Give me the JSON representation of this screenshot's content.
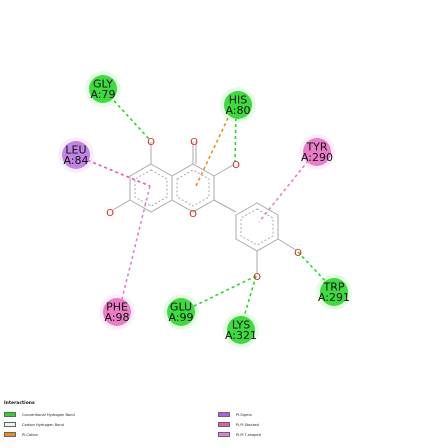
{
  "residues": [
    {
      "id": "gly79",
      "line1": "GLY",
      "line2": "A:79",
      "color": "#3cdc3c"
    },
    {
      "id": "his80",
      "line1": "HIS",
      "line2": "A:80",
      "color": "#3cdc3c"
    },
    {
      "id": "leu84",
      "line1": "LEU",
      "line2": "A:84",
      "color": "#c084e4"
    },
    {
      "id": "tyr290",
      "line1": "TYR",
      "line2": "A:290",
      "color": "#ea7cc8"
    },
    {
      "id": "trp291",
      "line1": "TRP",
      "line2": "A:291",
      "color": "#3cdc3c"
    },
    {
      "id": "phe98",
      "line1": "PHE",
      "line2": "A:98",
      "color": "#ea7cc8"
    },
    {
      "id": "glu99",
      "line1": "GLU",
      "line2": "A:99",
      "color": "#3cdc3c"
    },
    {
      "id": "lys321",
      "line1": "LYS",
      "line2": "A:321",
      "color": "#3cdc3c"
    }
  ],
  "atom_label": "O",
  "legend": {
    "title": "Interactions",
    "items": [
      {
        "label": "Conventional Hydrogen Bond",
        "color": "#22dd22"
      },
      {
        "label": "Carbon Hydrogen Bond",
        "color": "#e6f7e6"
      },
      {
        "label": "Pi-Cation",
        "color": "#f08a10"
      },
      {
        "label": "Pi-Sigma",
        "color": "#b45ae6"
      },
      {
        "label": "Pi-Pi Stacked",
        "color": "#e455b4"
      },
      {
        "label": "Pi-Pi T-shaped",
        "color": "#ec7ccc"
      }
    ]
  },
  "colors": {
    "bond": "#aaaaaa",
    "oxygen": "#e52020",
    "hbond": "#22dd22",
    "pi_cation": "#f08a10",
    "pi_sigma": "#e455b4"
  }
}
